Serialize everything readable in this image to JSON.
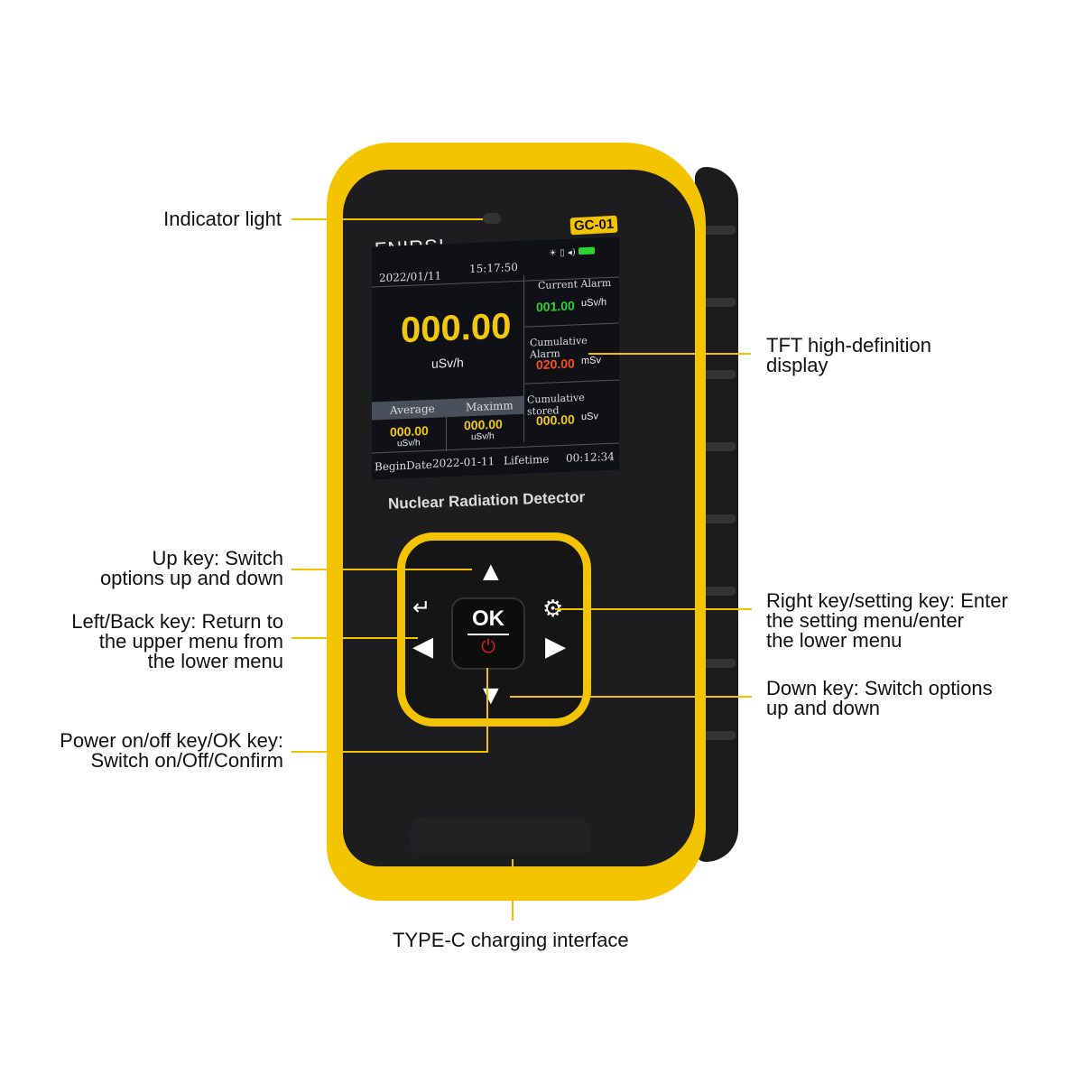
{
  "device": {
    "brand": "FNIRSI",
    "model": "GC-01",
    "product_name": "Nuclear Radiation Detector",
    "screen": {
      "date": "2022/01/11",
      "time": "15:17:50",
      "status_icons": [
        "light-icon",
        "vibrate-icon",
        "speaker-icon",
        "battery-icon"
      ],
      "main_value": "000.00",
      "main_unit": "uSv/h",
      "current_alarm_label": "Current Alarm",
      "current_alarm_value": "001.00",
      "current_alarm_unit": "uSv/h",
      "cumulative_alarm_label": "Cumulative Alarm",
      "cumulative_alarm_value": "020.00",
      "cumulative_alarm_unit": "mSv",
      "cumulative_stored_label": "Cumulative stored",
      "cumulative_stored_value": "000.00",
      "cumulative_stored_unit": "uSv",
      "average_label": "Average",
      "average_value": "000.00",
      "average_unit": "uSv/h",
      "maximum_label": "Maximm",
      "maximum_value": "000.00",
      "maximum_unit": "uSv/h",
      "begin_date_label": "BeginDate",
      "begin_date": "2022-01-11",
      "lifetime_label": "Lifetime",
      "lifetime": "00:12:34"
    },
    "ok_label": "OK"
  },
  "callouts": {
    "indicator": "Indicator light",
    "display": [
      "TFT high-definition",
      "display"
    ],
    "up": [
      "Up key: Switch",
      "options up and down"
    ],
    "left": [
      "Left/Back key: Return to",
      "the upper menu from",
      "the lower menu"
    ],
    "power": [
      "Power on/off key/OK key:",
      "Switch on/Off/Confirm"
    ],
    "right": [
      "Right key/setting key: Enter",
      "the setting menu/enter",
      "the lower menu"
    ],
    "down": [
      "Down key: Switch options",
      "up and down"
    ],
    "typec": "TYPE-C charging interface"
  },
  "colors": {
    "accent": "#f5c400",
    "body": "#1d1d1f"
  }
}
